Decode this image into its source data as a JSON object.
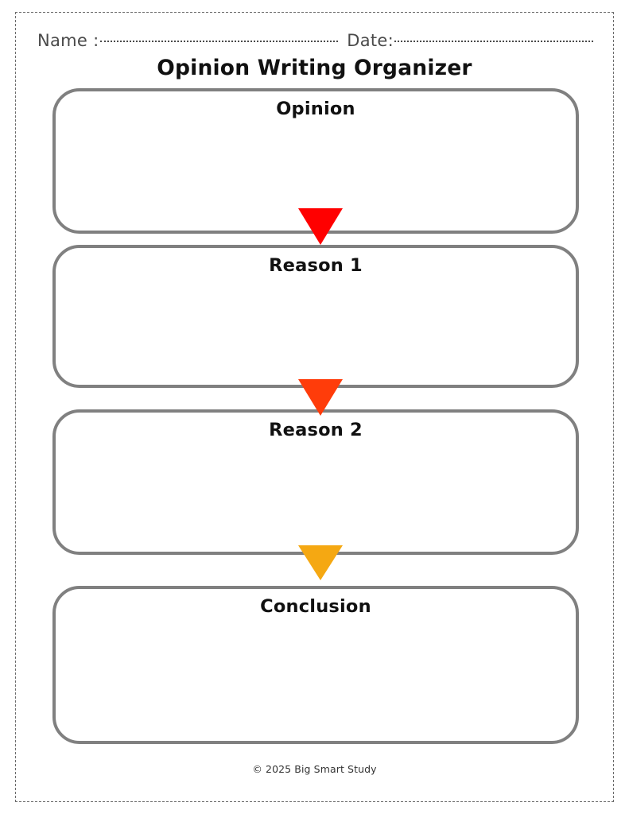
{
  "page": {
    "title": "Opinion Writing Organizer",
    "border_style": "dashed-cut-line",
    "border_color": "#6b6b6b",
    "background_color": "#ffffff"
  },
  "header": {
    "name_label": "Name :",
    "date_label": "Date:",
    "name_value": "",
    "date_value": ""
  },
  "organizer": {
    "box_border_color": "#808080",
    "boxes": [
      {
        "label": "Opinion",
        "content": ""
      },
      {
        "label": "Reason 1",
        "content": ""
      },
      {
        "label": "Reason 2",
        "content": ""
      },
      {
        "label": "Conclusion",
        "content": ""
      }
    ],
    "arrows": [
      {
        "name": "arrow-opinion-to-reason1",
        "color": "#ff0000",
        "direction": "down"
      },
      {
        "name": "arrow-reason1-to-reason2",
        "color": "#ff3c0a",
        "direction": "down"
      },
      {
        "name": "arrow-reason2-to-conclusion",
        "color": "#f5a812",
        "direction": "down"
      }
    ]
  },
  "footer": {
    "credit": "© 2025 Big Smart Study"
  }
}
